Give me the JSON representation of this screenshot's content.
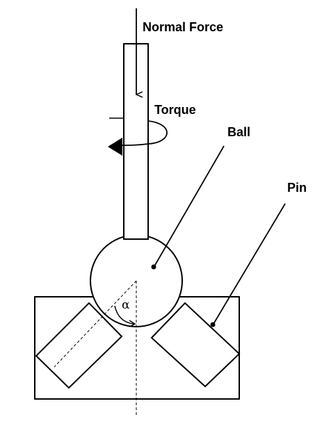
{
  "labels": {
    "normal_force": "Normal Force",
    "torque": "Torque",
    "ball": "Ball",
    "pin": "Pin",
    "angle": "α"
  },
  "colors": {
    "stroke": "#000000",
    "background": "#ffffff"
  }
}
